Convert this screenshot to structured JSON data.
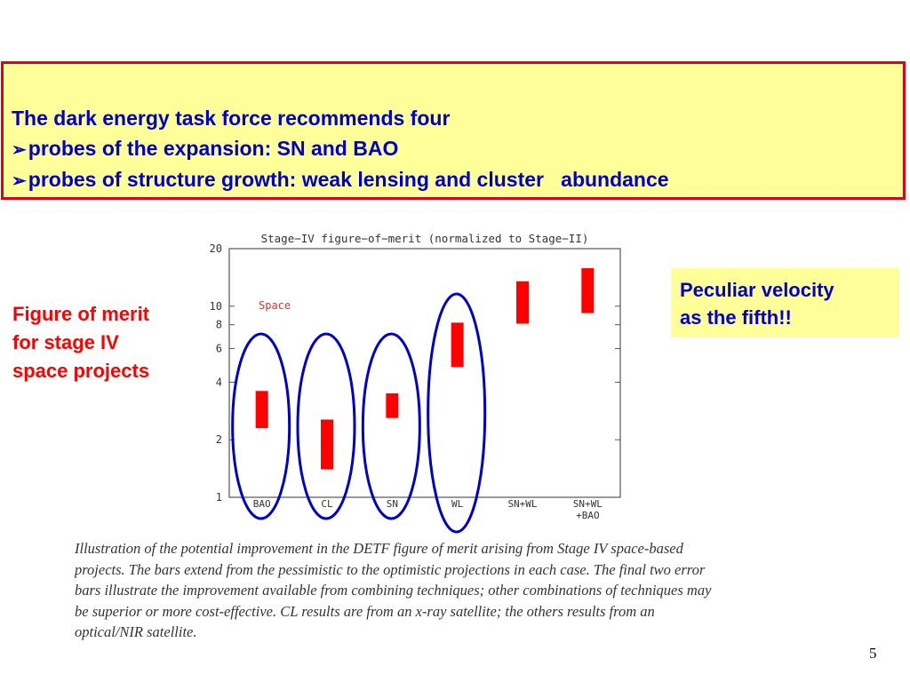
{
  "header": {
    "line1": "The dark energy task force recommends four",
    "line2": "probes of the expansion: SN and BAO",
    "line3": "probes of structure growth: weak lensing and cluster   abundance",
    "bullet": "➢"
  },
  "left_label": {
    "line1": "Figure of merit",
    "line2": "for stage IV",
    "line3": "space projects"
  },
  "right_box": {
    "line1": "Peculiar velocity",
    "line2": "as the fifth!!"
  },
  "caption": "Illustration of the potential improvement in the DETF figure of merit arising from Stage IV space-based projects.  The bars extend from the pessimistic to the optimistic projections in each case.  The final two error bars illustrate the improvement available from combining techniques; other combinations of techniques may be superior or more cost-effective.  CL results are from an x-ray satellite; the others results from an optical/NIR satellite.",
  "page_number": "5",
  "colors": {
    "bar": "#ff0000",
    "ellipse": "#0000cc",
    "header_text": "#0000cc",
    "box_border": "#e0001b",
    "box_fill": "#ffff99",
    "label_red": "#ff0000"
  },
  "chart_data": {
    "type": "bar",
    "title": "Stage−IV figure−of−merit (normalized to Stage−II)",
    "annotation": "Space",
    "scale": "log",
    "ylim": [
      1,
      20
    ],
    "yticks": [
      1,
      2,
      4,
      6,
      8,
      10,
      20
    ],
    "categories": [
      "BAO",
      "CL",
      "SN",
      "WL",
      "SN+WL",
      "SN+WL\n+BAO"
    ],
    "ranges": [
      {
        "low": 2.3,
        "high": 3.6
      },
      {
        "low": 1.4,
        "high": 2.55
      },
      {
        "low": 2.6,
        "high": 3.5
      },
      {
        "low": 4.8,
        "high": 8.2
      },
      {
        "low": 8.1,
        "high": 13.5
      },
      {
        "low": 9.2,
        "high": 15.8
      }
    ],
    "circled": [
      "BAO",
      "CL",
      "SN",
      "WL"
    ]
  }
}
